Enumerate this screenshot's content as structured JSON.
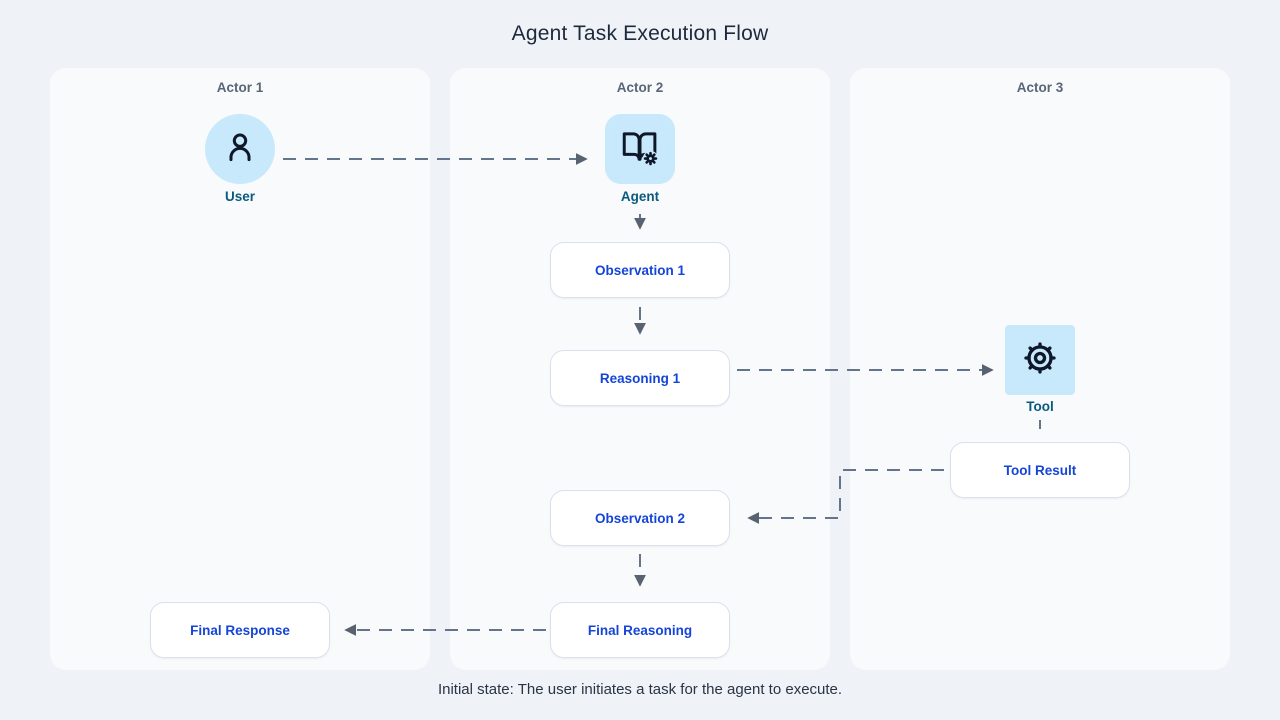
{
  "title": "Agent Task Execution Flow",
  "caption": "Initial state: The user initiates a task for the agent to execute.",
  "lanes": [
    {
      "label": "Actor 1"
    },
    {
      "label": "Actor 2"
    },
    {
      "label": "Actor 3"
    }
  ],
  "nodes": {
    "user": {
      "label": "User",
      "icon": "person-icon"
    },
    "agent": {
      "label": "Agent",
      "icon": "book-gear-icon"
    },
    "tool": {
      "label": "Tool",
      "icon": "gear-icon"
    },
    "observation1": {
      "label": "Observation 1"
    },
    "reasoning1": {
      "label": "Reasoning 1"
    },
    "tool_result": {
      "label": "Tool Result"
    },
    "observation2": {
      "label": "Observation 2"
    },
    "final_reasoning": {
      "label": "Final Reasoning"
    },
    "final_response": {
      "label": "Final Response"
    }
  },
  "edges": [
    {
      "from": "user",
      "to": "agent",
      "style": "dashed"
    },
    {
      "from": "agent",
      "to": "observation1",
      "style": "solid"
    },
    {
      "from": "observation1",
      "to": "reasoning1",
      "style": "dashed"
    },
    {
      "from": "reasoning1",
      "to": "tool",
      "style": "dashed"
    },
    {
      "from": "tool",
      "to": "tool_result",
      "style": "dashed"
    },
    {
      "from": "tool_result",
      "to": "observation2",
      "style": "dashed"
    },
    {
      "from": "observation2",
      "to": "final_reasoning",
      "style": "dashed"
    },
    {
      "from": "final_reasoning",
      "to": "final_response",
      "style": "dashed"
    }
  ],
  "colors": {
    "page_background": "#eff3f8",
    "lane_background": "#f8fafc",
    "icon_background": "#c8e9fb",
    "box_text": "#1545d8",
    "icon_label": "#0b5a7d",
    "lane_header": "#5a6575",
    "connector": "#64748b",
    "title_text": "#1e293b"
  }
}
